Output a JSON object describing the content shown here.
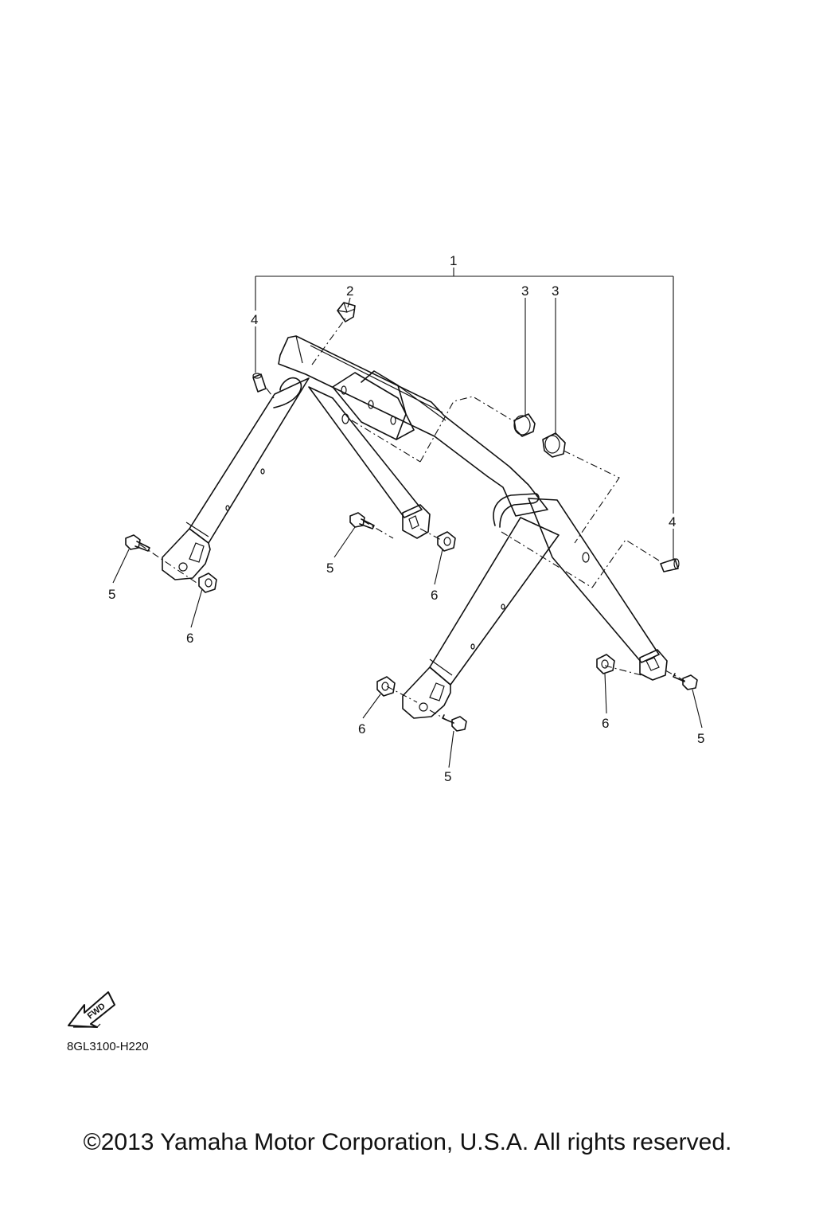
{
  "callouts": {
    "c1": "1",
    "c2": "2",
    "c3a": "3",
    "c3b": "3",
    "c4a": "4",
    "c4b": "4",
    "c5a": "5",
    "c5b": "5",
    "c5c": "5",
    "c5d": "5",
    "c6a": "6",
    "c6b": "6",
    "c6c": "6",
    "c6d": "6"
  },
  "fwd_label": "FWD",
  "diagram_code": "8GL3100-H220",
  "copyright": "©2013 Yamaha Motor Corporation, U.S.A. All rights reserved."
}
